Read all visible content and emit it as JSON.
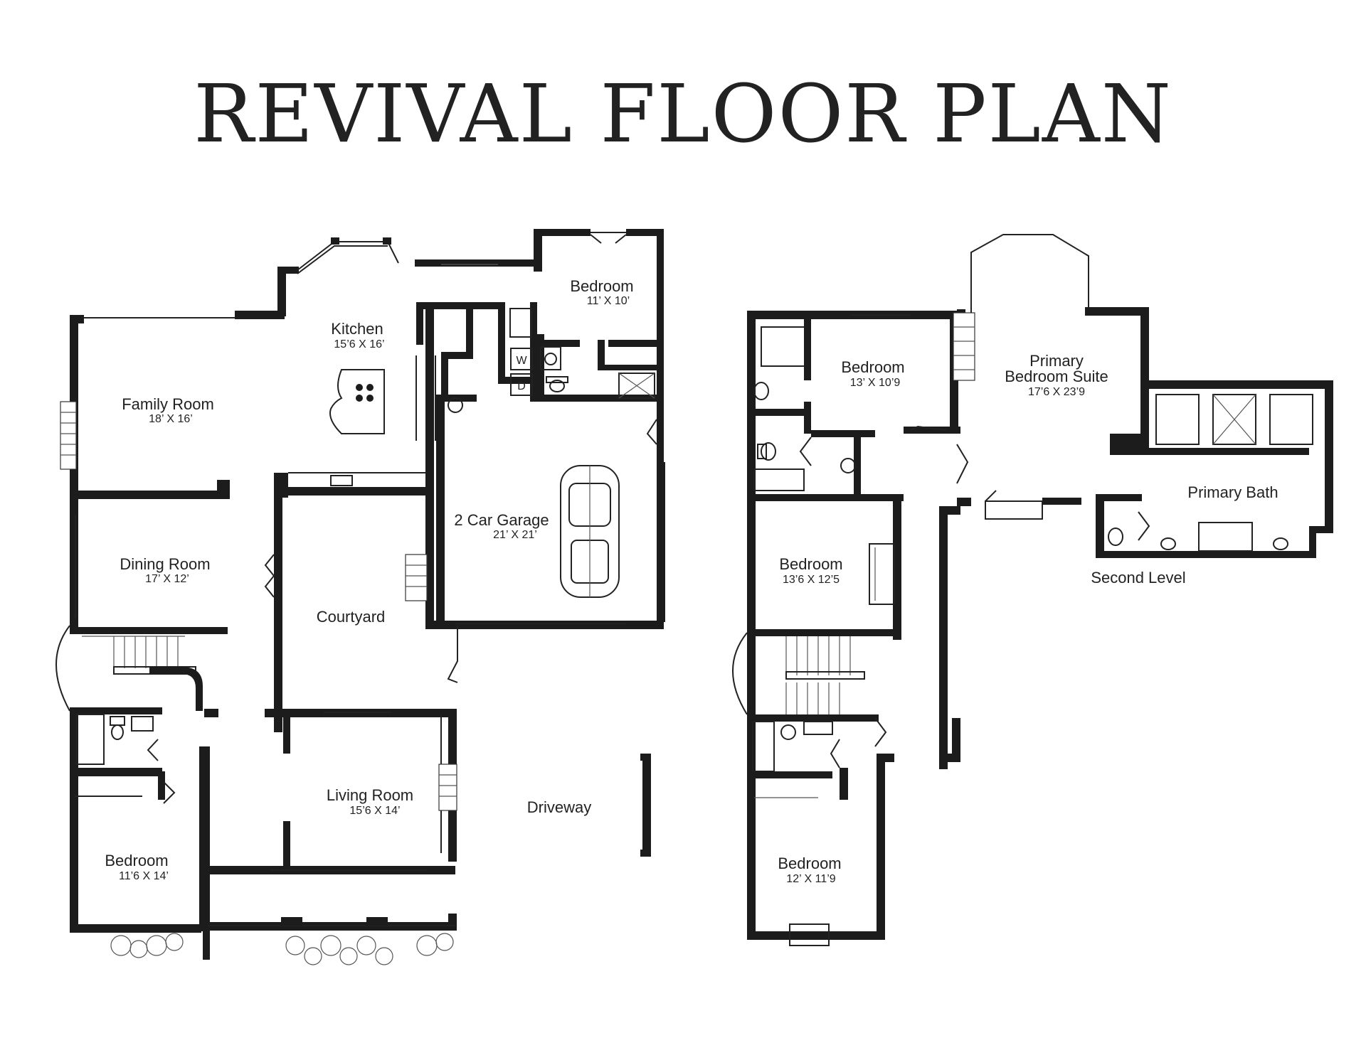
{
  "title": "REVIVAL FLOOR PLAN",
  "first_level": {
    "rooms": [
      {
        "name": "Kitchen",
        "dims": "15’6 X 16’"
      },
      {
        "name": "Bedroom",
        "dims": "11’ X 10’"
      },
      {
        "name": "Family Room",
        "dims": "18’ X 16’"
      },
      {
        "name": "2 Car Garage",
        "dims": "21’ X 21’"
      },
      {
        "name": "Dining Room",
        "dims": "17’ X 12’"
      },
      {
        "name": "Courtyard",
        "dims": ""
      },
      {
        "name": "Living Room",
        "dims": "15’6 X 14’"
      },
      {
        "name": "Bedroom",
        "dims": "11’6 X 14’"
      },
      {
        "name": "Driveway",
        "dims": ""
      }
    ],
    "appliances": {
      "washer": "W",
      "dryer": "D"
    }
  },
  "second_level": {
    "label": "Second Level",
    "rooms": [
      {
        "name": "Bedroom",
        "dims": "13’ X 10’9"
      },
      {
        "name": "Primary\nBedroom Suite",
        "line1": "Primary",
        "line2": "Bedroom Suite",
        "dims": "17’6 X 23’9"
      },
      {
        "name": "Primary Bath",
        "dims": ""
      },
      {
        "name": "Bedroom",
        "dims": "13’6 X 12’5"
      },
      {
        "name": "Bedroom",
        "dims": "12’ X 11’9"
      }
    ]
  }
}
